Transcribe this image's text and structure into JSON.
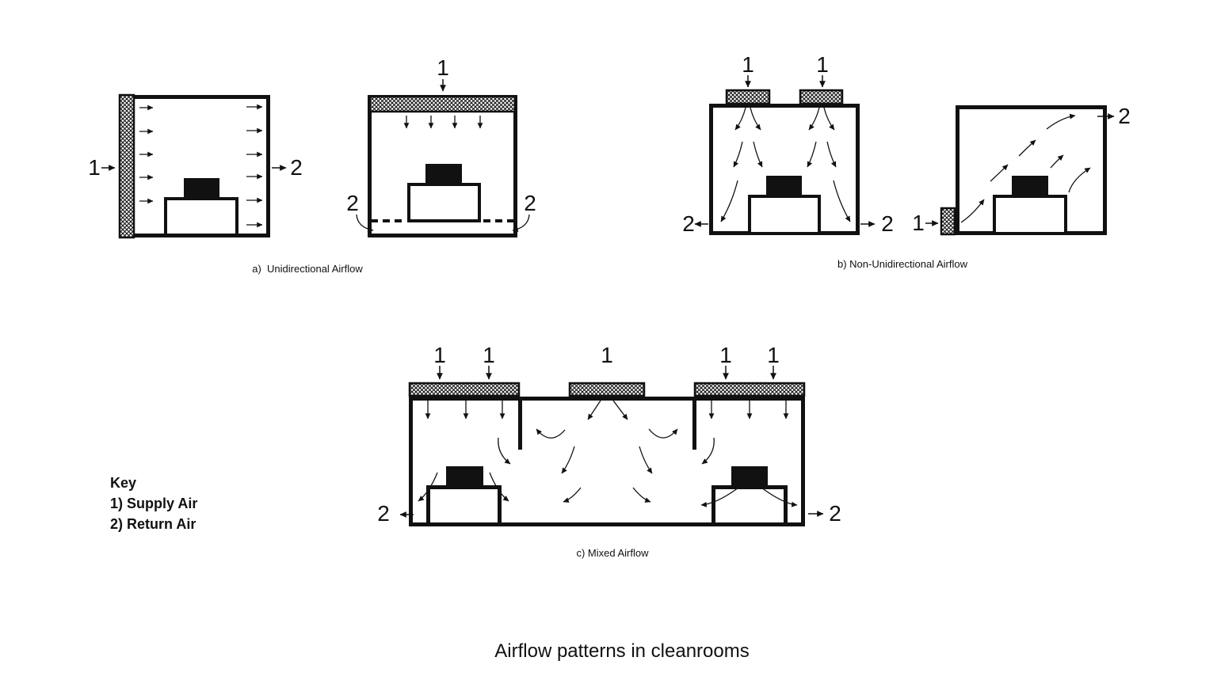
{
  "title": "Airflow patterns in cleanrooms",
  "key": {
    "heading": "Key",
    "items": [
      "1) Supply Air",
      "2) Return Air"
    ]
  },
  "labels": {
    "supply": "1",
    "return": "2"
  },
  "captions": {
    "a": "a)  Unidirectional Airflow",
    "b": "b) Non-Unidirectional Airflow",
    "c": "c) Mixed Airflow"
  },
  "colors": {
    "ink": "#111111",
    "background": "#ffffff"
  }
}
